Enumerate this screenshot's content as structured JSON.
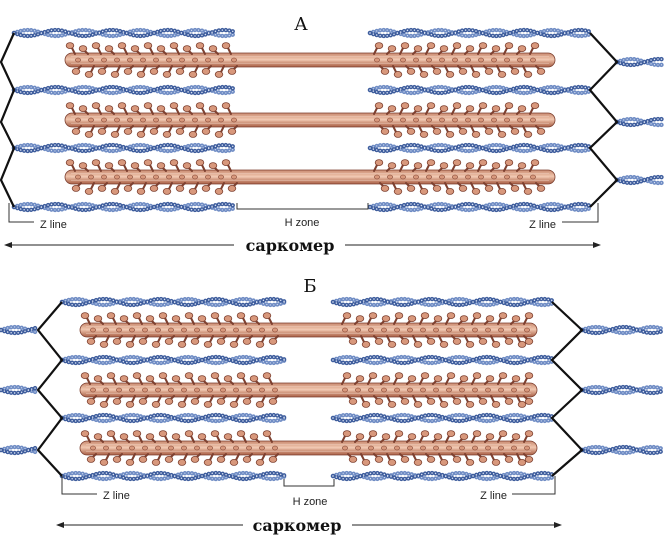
{
  "panels": [
    {
      "label": "А",
      "z_line_left": "Z line",
      "h_zone": "H zone",
      "z_line_right": "Z line",
      "sarcomere": "саркомер"
    },
    {
      "label": "Б",
      "z_line_left": "Z line",
      "h_zone": "H zone",
      "z_line_right": "Z line",
      "sarcomere": "саркомер"
    }
  ],
  "colors": {
    "thin_dark": "#3d5c9c",
    "thin_mid": "#6f8cc4",
    "thin_light": "#dbe4f5",
    "thick_top": "#c98a70",
    "thick_mid": "#f0c6ae",
    "thick_bottom": "#a95f45",
    "thick_outline": "#7d4030",
    "head_fill": "#d8987c",
    "z_line": "#111111"
  }
}
